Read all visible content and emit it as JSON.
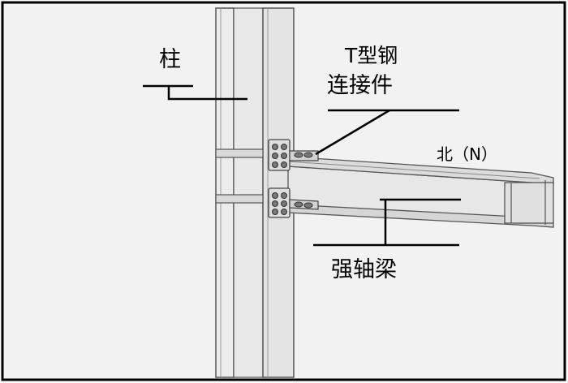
{
  "labels": {
    "column": "柱",
    "tee_connector_line1": "T型钢",
    "tee_connector_line2": "连接件",
    "north": "北（N）",
    "beam": "强轴梁"
  },
  "colors": {
    "frame": "#000000",
    "panel": "#f2f2f2",
    "steel_light": "#e6e6e6",
    "steel_mid": "#cfcfcf",
    "steel_edge": "#555555"
  }
}
